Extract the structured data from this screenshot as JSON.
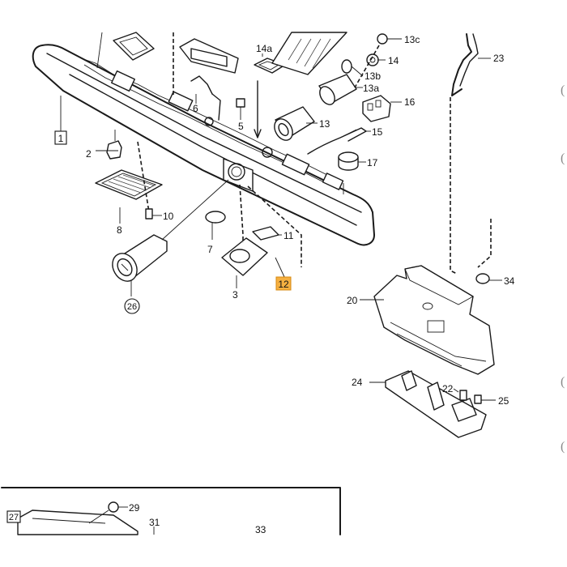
{
  "diagram": {
    "labels": {
      "l1": "1",
      "l2": "2",
      "l3": "3",
      "l5": "5",
      "l6": "6",
      "l7": "7",
      "l8": "8",
      "l10": "10",
      "l11": "11",
      "l12": "12",
      "l13": "13",
      "l13a": "13a",
      "l13b": "13b",
      "l13c": "13c",
      "l14": "14",
      "l14a": "14a",
      "l15": "15",
      "l16": "16",
      "l17": "17",
      "l20": "20",
      "l22": "22",
      "l23": "23",
      "l24": "24",
      "l25": "25",
      "l26": "26",
      "l27": "27",
      "l29": "29",
      "l31": "31",
      "l33": "33",
      "l34": "34"
    },
    "edge_marks": [
      "(",
      "(",
      "(",
      "("
    ],
    "colors": {
      "line": "#1a1a1a",
      "highlight": "#f5b041",
      "background": "#ffffff"
    }
  }
}
